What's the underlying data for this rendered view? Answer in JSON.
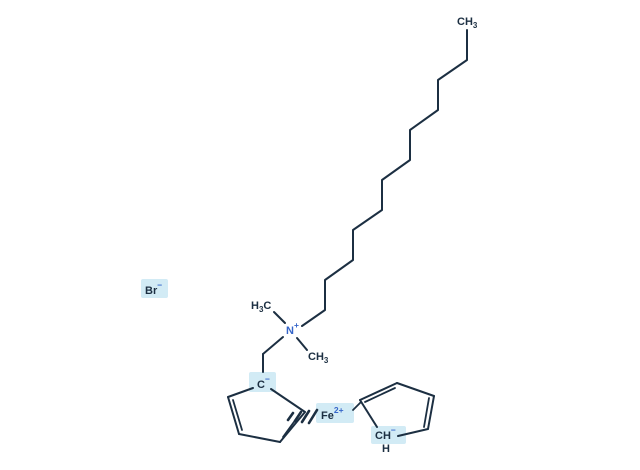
{
  "molecule": {
    "description": "Quaternary ammonium ferrocene surfactant structure with bromide counterion",
    "colors": {
      "bond": "#1c2f42",
      "heteroatom_blue": "#3565c9",
      "charge_blue": "#3565c9",
      "highlight_cyan": "#d2ebf5",
      "background": "#ffffff"
    },
    "labels": {
      "terminal_methyl": {
        "main": "CH",
        "sub": "3"
      },
      "n_methyl_left": {
        "p1": "H",
        "sub": "3",
        "p2": "C"
      },
      "n_methyl_right": {
        "main": "CH",
        "sub": "3"
      },
      "nitrogen": {
        "symbol": "N",
        "charge": "+"
      },
      "cp_carbanion": {
        "symbol": "C",
        "charge": "−"
      },
      "iron": {
        "symbol": "Fe",
        "charge": "2+"
      },
      "cp_ch": {
        "symbol": "CH",
        "charge": "−",
        "hydrogen": "H"
      },
      "bromide": {
        "symbol": "Br",
        "charge": "−"
      }
    }
  }
}
